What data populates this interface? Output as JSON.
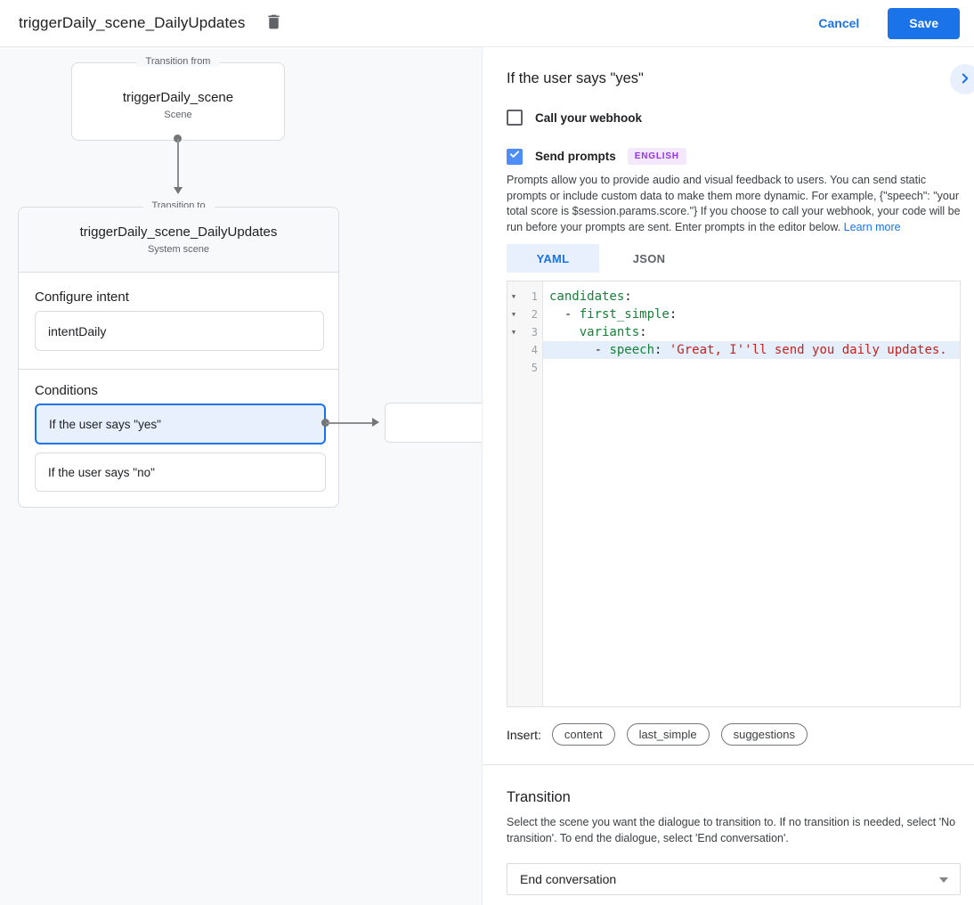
{
  "header": {
    "title": "triggerDaily_scene_DailyUpdates",
    "cancel_label": "Cancel",
    "save_label": "Save"
  },
  "diagram": {
    "from": {
      "legend": "Transition from",
      "title": "triggerDaily_scene",
      "subtitle": "Scene"
    },
    "to": {
      "legend": "Transition to",
      "title": "triggerDaily_scene_DailyUpdates",
      "subtitle": "System scene",
      "configure_intent_label": "Configure intent",
      "intent_value": "intentDaily",
      "conditions_label": "Conditions",
      "conditions": [
        {
          "label": "If the user says \"yes\"",
          "selected": true
        },
        {
          "label": "If the user says \"no\"",
          "selected": false
        }
      ]
    }
  },
  "panel": {
    "title": "If the user says \"yes\"",
    "webhook_label": "Call your webhook",
    "send_prompts_label": "Send prompts",
    "language_badge": "ENGLISH",
    "description": "Prompts allow you to provide audio and visual feedback to users. You can send static prompts or include custom data to make them more dynamic. For example, {\"speech\": \"your total score is $session.params.score.\"} If you choose to call your webhook, your code will be run before your prompts are sent. Enter prompts in the editor below. ",
    "learn_more": "Learn more",
    "tabs": [
      {
        "label": "YAML",
        "active": true
      },
      {
        "label": "JSON",
        "active": false
      }
    ],
    "editor": {
      "lines": [
        {
          "num": 1,
          "fold": true,
          "highlight": false,
          "tokens": [
            [
              "key",
              "candidates"
            ],
            [
              "plain",
              ":"
            ]
          ]
        },
        {
          "num": 2,
          "fold": true,
          "highlight": false,
          "tokens": [
            [
              "plain",
              "  - "
            ],
            [
              "key",
              "first_simple"
            ],
            [
              "plain",
              ":"
            ]
          ]
        },
        {
          "num": 3,
          "fold": true,
          "highlight": false,
          "tokens": [
            [
              "plain",
              "    "
            ],
            [
              "key",
              "variants"
            ],
            [
              "plain",
              ":"
            ]
          ]
        },
        {
          "num": 4,
          "fold": false,
          "highlight": true,
          "tokens": [
            [
              "plain",
              "      - "
            ],
            [
              "key",
              "speech"
            ],
            [
              "plain",
              ": "
            ],
            [
              "str",
              "'Great, I''ll send you daily updates."
            ]
          ]
        },
        {
          "num": 5,
          "fold": false,
          "highlight": false,
          "tokens": []
        }
      ]
    },
    "insert_label": "Insert:",
    "insert_chips": [
      "content",
      "last_simple",
      "suggestions"
    ],
    "transition": {
      "title": "Transition",
      "description": "Select the scene you want the dialogue to transition to. If no transition is needed, select 'No transition'. To end the dialogue, select 'End conversation'.",
      "dropdown_value": "End conversation"
    }
  },
  "colors": {
    "accent": "#1a73e8",
    "selected_bg": "#e8f0fe",
    "checkbox_checked": "#4e8df5",
    "code_key": "#188038",
    "code_string": "#c5221f",
    "line_highlight": "#e4effb",
    "badge_bg": "#f3e8fd",
    "badge_text": "#9334e6",
    "canvas_bg": "#f8f9fa"
  }
}
